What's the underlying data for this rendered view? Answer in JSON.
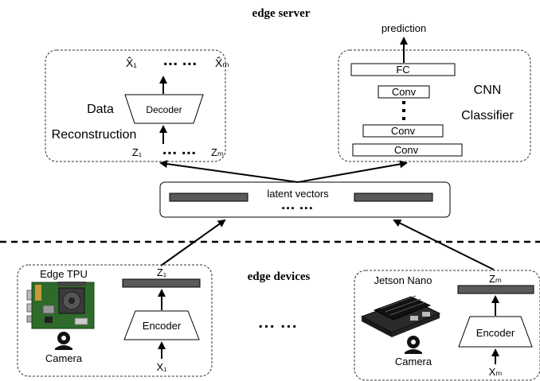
{
  "headings": {
    "server": "edge server",
    "devices": "edge devices"
  },
  "reconstruction": {
    "label_line1": "Data",
    "label_line2": "Reconstruction",
    "decoder": "Decoder",
    "out_first": "X̂₁",
    "out_last": "X̂ₘ",
    "in_first": "Z₁",
    "in_last": "Zₘ",
    "dots_top": "▪▪▪   ▪▪▪",
    "dots_bottom": "▪▪▪   ▪▪▪"
  },
  "cnn": {
    "output": "prediction",
    "layers": [
      "FC",
      "Conv",
      "Conv",
      "Conv"
    ],
    "label_line1": "CNN",
    "label_line2": "Classifier"
  },
  "latent": {
    "label": "latent vectors",
    "dots": "▪▪▪  ▪▪▪"
  },
  "device_1": {
    "device_name": "Edge TPU",
    "camera": "Camera",
    "encoder": "Encoder",
    "latent": "Z₁",
    "input": "X₁"
  },
  "device_m": {
    "device_name": "Jetson Nano",
    "camera": "Camera",
    "encoder": "Encoder",
    "latent": "Zₘ",
    "input": "Xₘ"
  },
  "between_devices": "▪▪▪   ▪▪▪",
  "colors": {
    "latent_bar": "#5a5a5a",
    "border": "#333333"
  }
}
